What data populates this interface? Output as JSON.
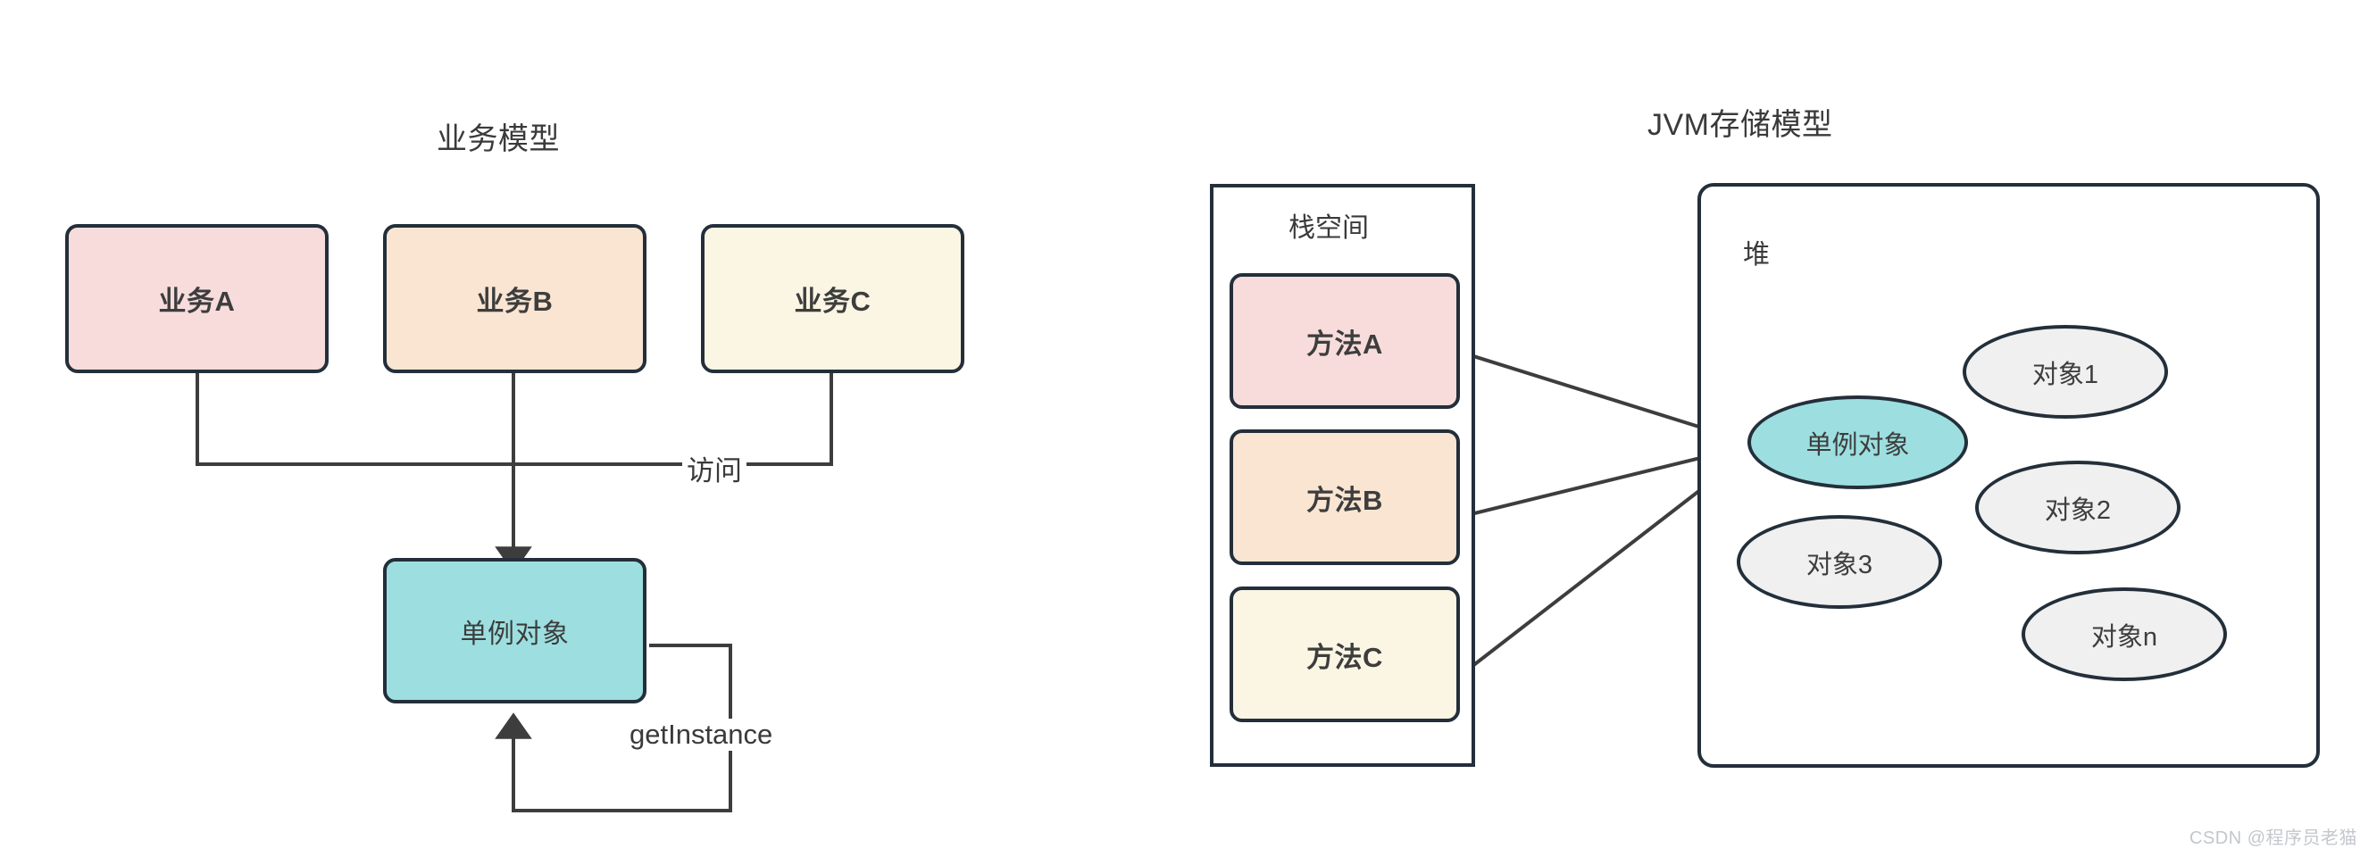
{
  "diagram": {
    "type": "architecture-diagram",
    "background": "#ffffff",
    "stroke_color": "#232f3a",
    "text_color": "#3d3d3d",
    "panels": [
      {
        "id": "business",
        "title": "业务模型"
      },
      {
        "id": "jvm",
        "title": "JVM存储模型"
      }
    ]
  },
  "business_panel": {
    "title": "业务模型",
    "nodes": [
      {
        "id": "biz-a",
        "label": "业务A",
        "fill": "#f8dcdc"
      },
      {
        "id": "biz-b",
        "label": "业务B",
        "fill": "#f9e5d2"
      },
      {
        "id": "biz-c",
        "label": "业务C",
        "fill": "#faf6e3"
      },
      {
        "id": "singleton-rect",
        "label": "单例对象",
        "fill": "#9ddfe0"
      }
    ],
    "edges": [
      {
        "from": "biz-a",
        "to": "singleton-rect",
        "label": "访问"
      },
      {
        "from": "biz-b",
        "to": "singleton-rect",
        "label": ""
      },
      {
        "from": "biz-c",
        "to": "singleton-rect",
        "label": ""
      },
      {
        "from": "singleton-rect",
        "to": "singleton-rect",
        "label": "getInstance"
      }
    ],
    "edge_labels": {
      "access": "访问",
      "get_instance": "getInstance"
    }
  },
  "jvm_panel": {
    "title": "JVM存储模型",
    "stack": {
      "label": "栈空间",
      "frames": [
        {
          "id": "method-a",
          "label": "方法A",
          "fill": "#f8dcdc"
        },
        {
          "id": "method-b",
          "label": "方法B",
          "fill": "#f9e5d2"
        },
        {
          "id": "method-c",
          "label": "方法C",
          "fill": "#faf6e3"
        }
      ]
    },
    "heap": {
      "label": "堆",
      "objects": [
        {
          "id": "singleton-obj",
          "label": "单例对象",
          "fill": "#9ddfe0",
          "highlight": true
        },
        {
          "id": "obj1",
          "label": "对象1",
          "fill": "#f0f0f0",
          "highlight": false
        },
        {
          "id": "obj2",
          "label": "对象2",
          "fill": "#f0f0f0",
          "highlight": false
        },
        {
          "id": "obj3",
          "label": "对象3",
          "fill": "#f0f0f0",
          "highlight": false
        },
        {
          "id": "objn",
          "label": "对象n",
          "fill": "#f0f0f0",
          "highlight": false
        }
      ]
    },
    "edges": [
      {
        "from": "method-a",
        "to": "singleton-obj"
      },
      {
        "from": "method-b",
        "to": "singleton-obj"
      },
      {
        "from": "method-c",
        "to": "singleton-obj"
      }
    ]
  },
  "watermark": {
    "text": "CSDN @程序员老猫"
  },
  "colors": {
    "pink": "#f8dcdc",
    "peach": "#f9e5d2",
    "cream": "#faf6e3",
    "teal": "#9ddfe0",
    "gray_object": "#f0f0f0",
    "stroke": "#232f3a",
    "line": "#3d3d3d"
  }
}
